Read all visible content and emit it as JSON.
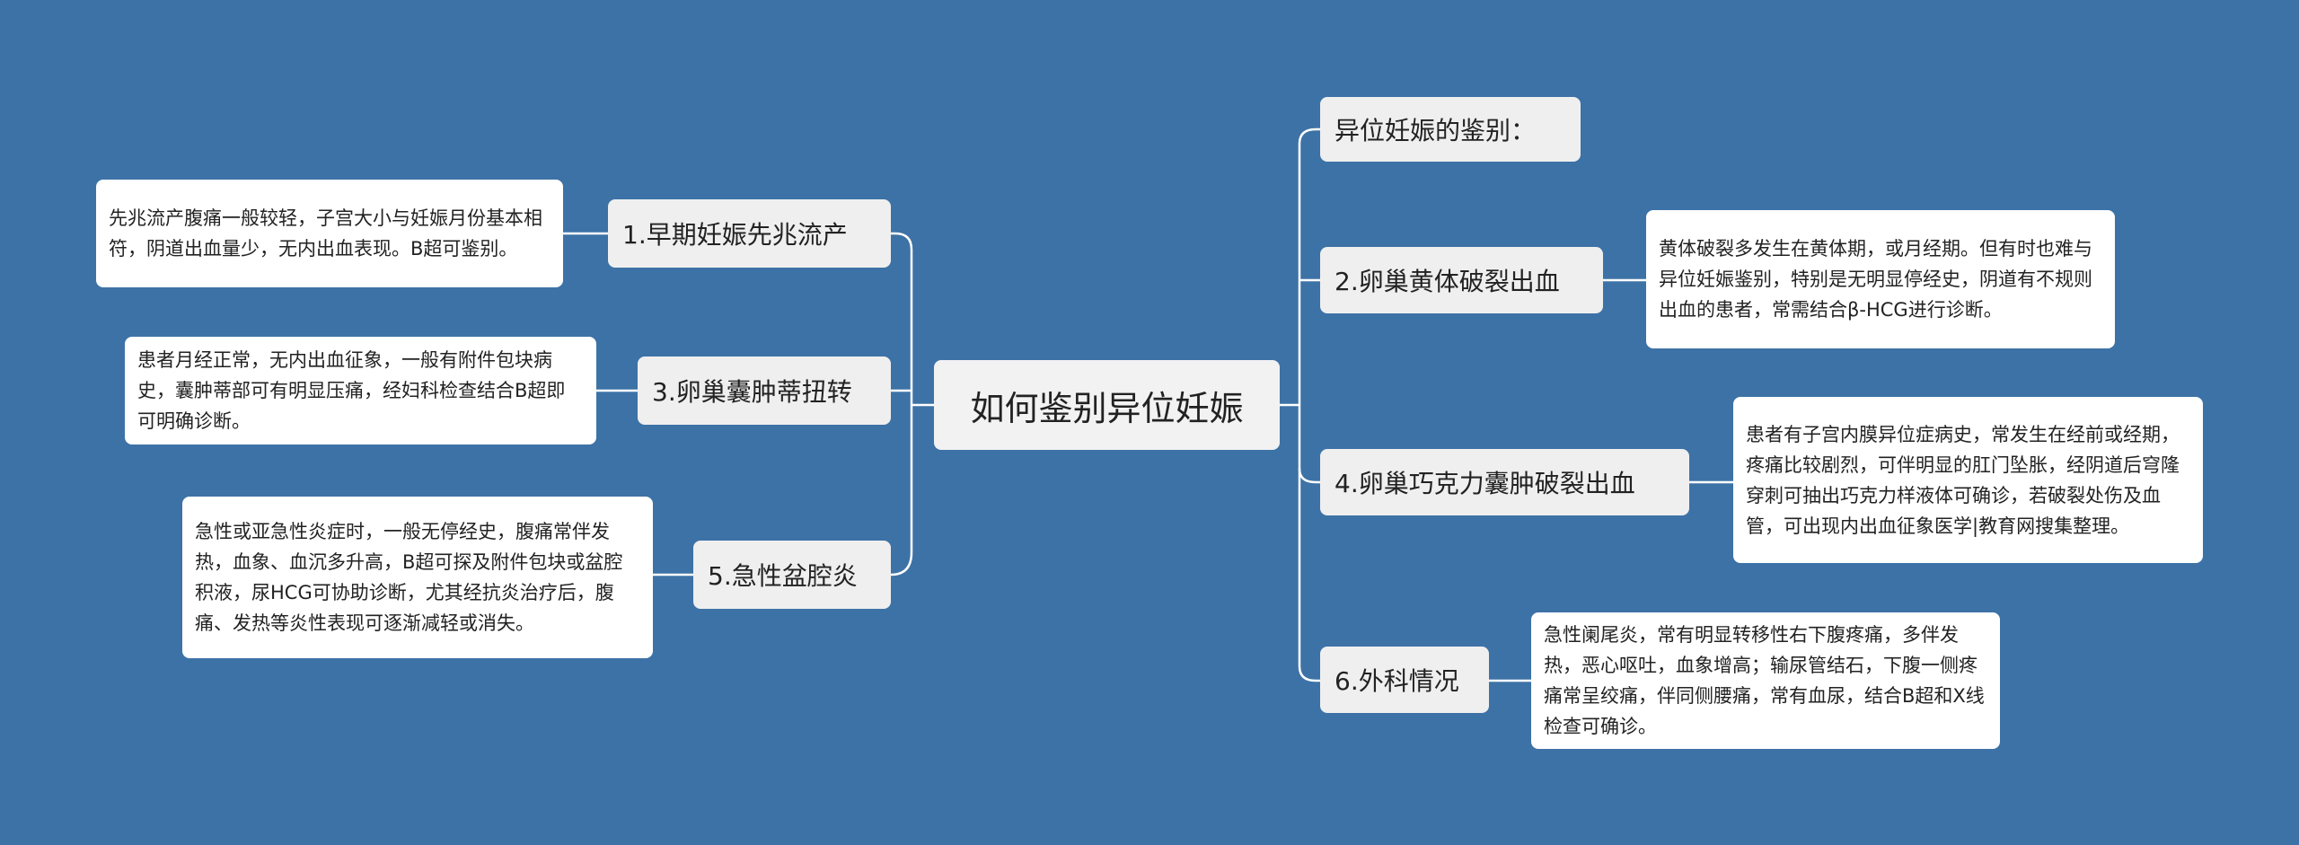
{
  "root": {
    "title": "如何鉴别异位妊娠"
  },
  "left_branches": [
    {
      "label": "1.早期妊娠先兆流产",
      "detail": "先兆流产腹痛一般较轻，子宫大小与妊娠月份基本相符，阴道出血量少，无内出血表现。B超可鉴别。"
    },
    {
      "label": "3.卵巢囊肿蒂扭转",
      "detail": "患者月经正常，无内出血征象，一般有附件包块病史，囊肿蒂部可有明显压痛，经妇科检查结合B超即可明确诊断。"
    },
    {
      "label": "5.急性盆腔炎",
      "detail": "急性或亚急性炎症时，一般无停经史，腹痛常伴发热，血象、血沉多升高，B超可探及附件包块或盆腔积液，尿HCG可协助诊断，尤其经抗炎治疗后，腹痛、发热等炎性表现可逐渐减轻或消失。"
    }
  ],
  "right_branches": [
    {
      "label": "异位妊娠的鉴别：",
      "detail": ""
    },
    {
      "label": "2.卵巢黄体破裂出血",
      "detail": "黄体破裂多发生在黄体期，或月经期。但有时也难与异位妊娠鉴别，特别是无明显停经史，阴道有不规则出血的患者，常需结合β-HCG进行诊断。"
    },
    {
      "label": "4.卵巢巧克力囊肿破裂出血",
      "detail": "患者有子宫内膜异位症病史，常发生在经前或经期，疼痛比较剧烈，可伴明显的肛门坠胀，经阴道后穹隆穿刺可抽出巧克力样液体可确诊，若破裂处伤及血管，可出现内出血征象医学|教育网搜集整理。"
    },
    {
      "label": "6.外科情况",
      "detail": "急性阑尾炎，常有明显转移性右下腹疼痛，多伴发热，恶心呕吐，血象增高；输尿管结石，下腹一侧疼痛常呈绞痛，伴同侧腰痛，常有血尿，结合B超和X线检查可确诊。"
    }
  ]
}
